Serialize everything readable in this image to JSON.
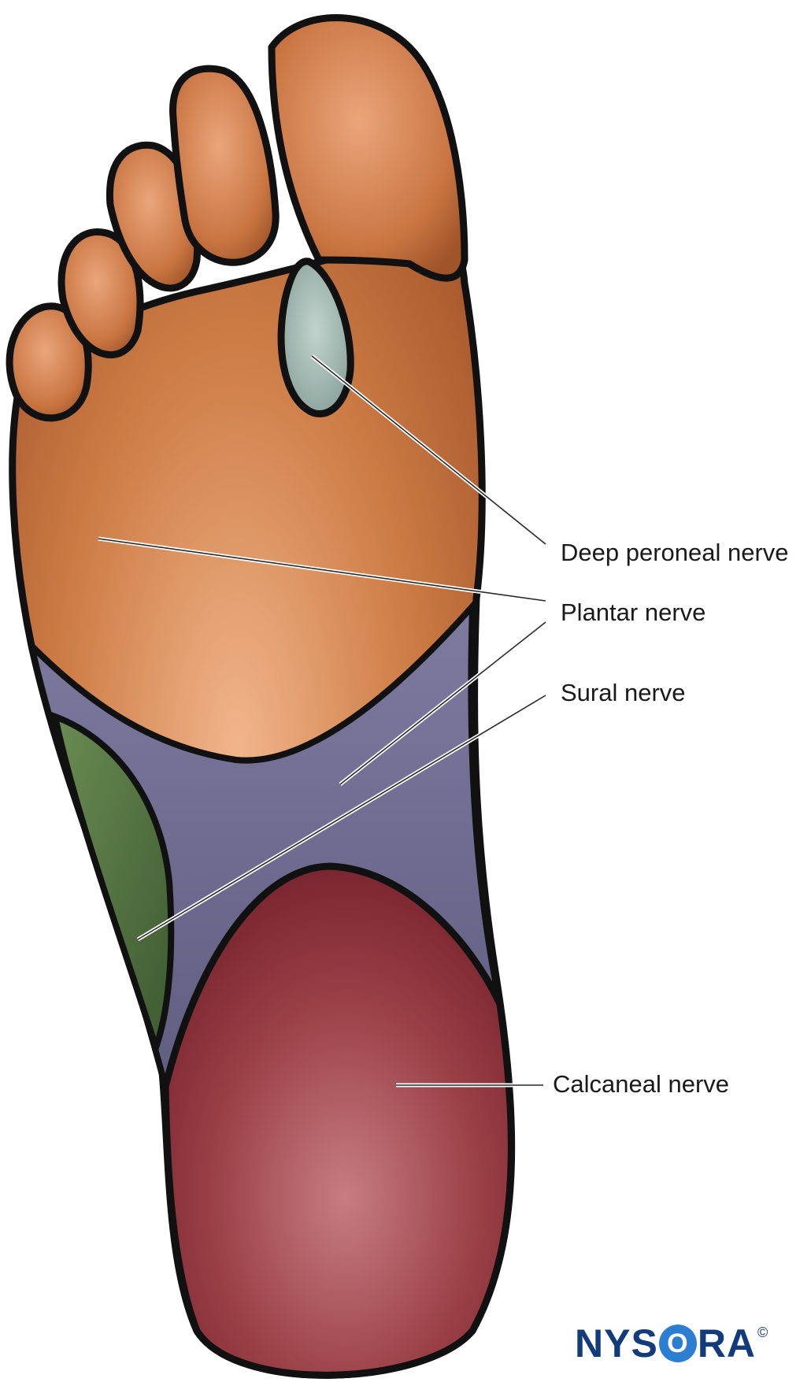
{
  "labels": {
    "deep_peroneal": "Deep peroneal nerve",
    "plantar": "Plantar nerve",
    "sural": "Sural nerve",
    "calcaneal": "Calcaneal nerve"
  },
  "logo": {
    "text_before": "NYS",
    "circle_letter": "O",
    "text_after": "RA",
    "copyright": "©"
  },
  "colors": {
    "plantar_region": "#c8773f",
    "deep_peroneal_region": "#a3b8b3",
    "sural_region": "#4f7040",
    "midfoot_region": "#6f6b8e",
    "calcaneal_region": "#94343c",
    "outline": "#111111",
    "brand": "#123b7c",
    "brand_circle": "#2c7fd0"
  }
}
